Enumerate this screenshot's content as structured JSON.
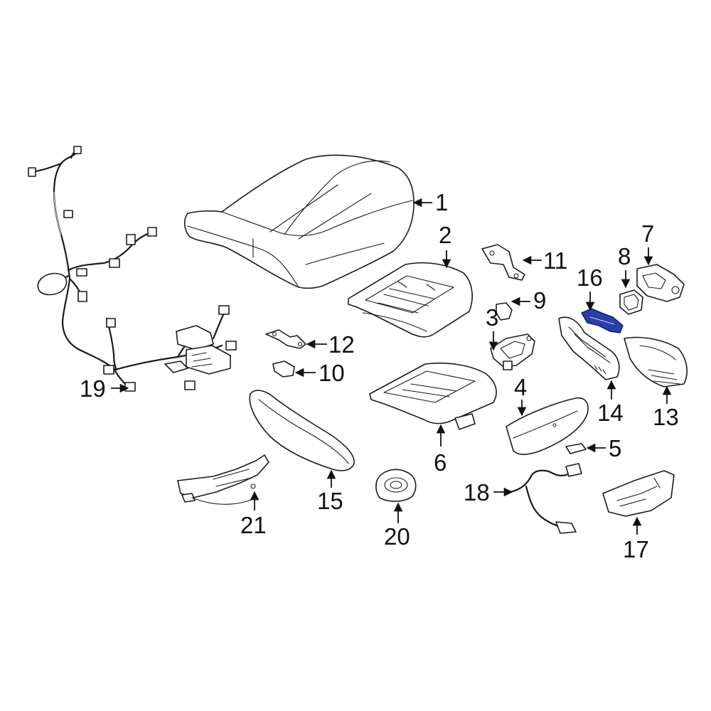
{
  "callouts": {
    "c1": "1",
    "c2": "2",
    "c3": "3",
    "c4": "4",
    "c5": "5",
    "c6": "6",
    "c7": "7",
    "c8": "8",
    "c9": "9",
    "c10": "10",
    "c11": "11",
    "c12": "12",
    "c13": "13",
    "c14": "14",
    "c15": "15",
    "c16": "16",
    "c17": "17",
    "c18": "18",
    "c19": "19",
    "c20": "20",
    "c21": "21"
  },
  "highlight_color": "#2b3ea6",
  "line_color": "#1a1a1a",
  "highlighted_part": "16"
}
